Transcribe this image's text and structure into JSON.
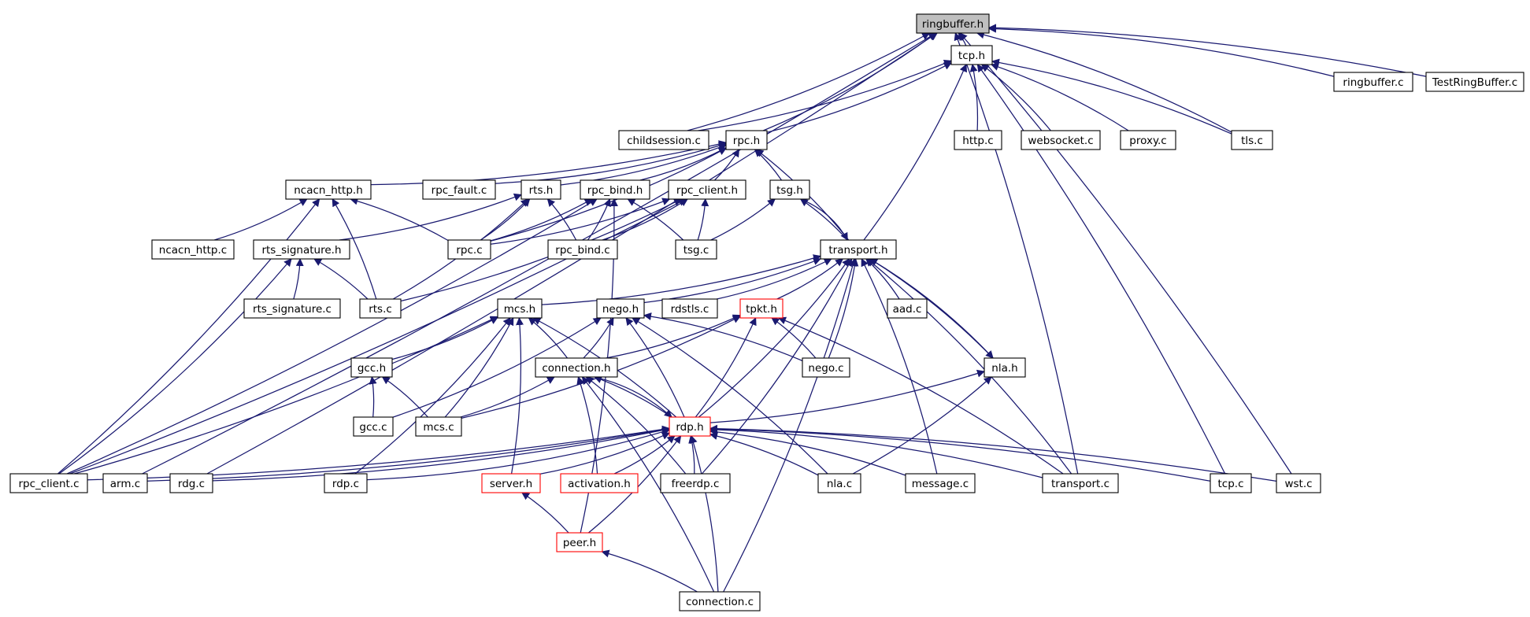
{
  "colors": {
    "edge": "#191970",
    "node_border": "#000000",
    "highlight_border": "#ff0000",
    "focus_fill": "#bfbfbf",
    "fill": "#ffffff"
  },
  "nodes": [
    {
      "id": "ringbuffer_h",
      "label": "ringbuffer.h",
      "style": "focus"
    },
    {
      "id": "tcp_h",
      "label": "tcp.h"
    },
    {
      "id": "ringbuffer_c",
      "label": "ringbuffer.c"
    },
    {
      "id": "testringbuffer_c",
      "label": "TestRingBuffer.c"
    },
    {
      "id": "childsession_c",
      "label": "childsession.c"
    },
    {
      "id": "rpc_h",
      "label": "rpc.h"
    },
    {
      "id": "http_c",
      "label": "http.c"
    },
    {
      "id": "websocket_c",
      "label": "websocket.c"
    },
    {
      "id": "proxy_c",
      "label": "proxy.c"
    },
    {
      "id": "tls_c",
      "label": "tls.c"
    },
    {
      "id": "ncacn_http_h",
      "label": "ncacn_http.h"
    },
    {
      "id": "rpc_fault_c",
      "label": "rpc_fault.c"
    },
    {
      "id": "rts_h",
      "label": "rts.h"
    },
    {
      "id": "rpc_bind_h",
      "label": "rpc_bind.h"
    },
    {
      "id": "rpc_client_h",
      "label": "rpc_client.h"
    },
    {
      "id": "tsg_h",
      "label": "tsg.h"
    },
    {
      "id": "ncacn_http_c",
      "label": "ncacn_http.c"
    },
    {
      "id": "rts_signature_h",
      "label": "rts_signature.h"
    },
    {
      "id": "rpc_c",
      "label": "rpc.c"
    },
    {
      "id": "rpc_bind_c",
      "label": "rpc_bind.c"
    },
    {
      "id": "tsg_c",
      "label": "tsg.c"
    },
    {
      "id": "transport_h",
      "label": "transport.h"
    },
    {
      "id": "rts_signature_c",
      "label": "rts_signature.c"
    },
    {
      "id": "rts_c",
      "label": "rts.c"
    },
    {
      "id": "mcs_h",
      "label": "mcs.h"
    },
    {
      "id": "nego_h",
      "label": "nego.h"
    },
    {
      "id": "rdstls_c",
      "label": "rdstls.c"
    },
    {
      "id": "tpkt_h",
      "label": "tpkt.h",
      "style": "highlight"
    },
    {
      "id": "aad_c",
      "label": "aad.c"
    },
    {
      "id": "gcc_h",
      "label": "gcc.h"
    },
    {
      "id": "connection_h",
      "label": "connection.h"
    },
    {
      "id": "nego_c",
      "label": "nego.c"
    },
    {
      "id": "nla_h",
      "label": "nla.h"
    },
    {
      "id": "gcc_c",
      "label": "gcc.c"
    },
    {
      "id": "mcs_c",
      "label": "mcs.c"
    },
    {
      "id": "rdp_h",
      "label": "rdp.h",
      "style": "highlight"
    },
    {
      "id": "rpc_client_c",
      "label": "rpc_client.c"
    },
    {
      "id": "arm_c",
      "label": "arm.c"
    },
    {
      "id": "rdg_c",
      "label": "rdg.c"
    },
    {
      "id": "rdp_c",
      "label": "rdp.c"
    },
    {
      "id": "server_h",
      "label": "server.h",
      "style": "highlight"
    },
    {
      "id": "activation_h",
      "label": "activation.h",
      "style": "highlight"
    },
    {
      "id": "freerdp_c",
      "label": "freerdp.c"
    },
    {
      "id": "nla_c",
      "label": "nla.c"
    },
    {
      "id": "message_c",
      "label": "message.c"
    },
    {
      "id": "transport_c",
      "label": "transport.c"
    },
    {
      "id": "tcp_c",
      "label": "tcp.c"
    },
    {
      "id": "wst_c",
      "label": "wst.c"
    },
    {
      "id": "peer_h",
      "label": "peer.h",
      "style": "highlight"
    },
    {
      "id": "connection_c",
      "label": "connection.c"
    }
  ],
  "edges": [
    [
      "tcp_h",
      "ringbuffer_h"
    ],
    [
      "ringbuffer_c",
      "ringbuffer_h"
    ],
    [
      "testringbuffer_c",
      "ringbuffer_h"
    ],
    [
      "childsession_c",
      "ringbuffer_h"
    ],
    [
      "rpc_h",
      "ringbuffer_h"
    ],
    [
      "tls_c",
      "ringbuffer_h"
    ],
    [
      "wst_c",
      "ringbuffer_h"
    ],
    [
      "transport_c",
      "ringbuffer_h"
    ],
    [
      "arm_c",
      "ringbuffer_h"
    ],
    [
      "rdg_c",
      "ringbuffer_h"
    ],
    [
      "childsession_c",
      "tcp_h"
    ],
    [
      "rpc_h",
      "tcp_h"
    ],
    [
      "http_c",
      "tcp_h"
    ],
    [
      "websocket_c",
      "tcp_h"
    ],
    [
      "proxy_c",
      "tcp_h"
    ],
    [
      "tls_c",
      "tcp_h"
    ],
    [
      "transport_h",
      "tcp_h"
    ],
    [
      "tcp_c",
      "tcp_h"
    ],
    [
      "ncacn_http_h",
      "rpc_h"
    ],
    [
      "rpc_fault_c",
      "rpc_h"
    ],
    [
      "rts_h",
      "rpc_h"
    ],
    [
      "rpc_bind_h",
      "rpc_h"
    ],
    [
      "rpc_client_h",
      "rpc_h"
    ],
    [
      "tsg_h",
      "rpc_h"
    ],
    [
      "rpc_c",
      "rpc_h"
    ],
    [
      "transport_h",
      "rpc_h"
    ],
    [
      "ncacn_http_c",
      "ncacn_http_h"
    ],
    [
      "rpc_c",
      "ncacn_http_h"
    ],
    [
      "rts_c",
      "ncacn_http_h"
    ],
    [
      "rpc_client_c",
      "ncacn_http_h"
    ],
    [
      "rts_signature_h",
      "rts_h"
    ],
    [
      "rpc_c",
      "rts_h"
    ],
    [
      "rpc_bind_c",
      "rts_h"
    ],
    [
      "rts_c",
      "rts_h"
    ],
    [
      "rpc_c",
      "rpc_bind_h"
    ],
    [
      "rpc_bind_c",
      "rpc_bind_h"
    ],
    [
      "tsg_c",
      "rpc_bind_h"
    ],
    [
      "rpc_client_c",
      "rpc_bind_h"
    ],
    [
      "rpc_c",
      "rpc_client_h"
    ],
    [
      "rpc_bind_c",
      "rpc_client_h"
    ],
    [
      "tsg_c",
      "rpc_client_h"
    ],
    [
      "rts_c",
      "rpc_client_h"
    ],
    [
      "rpc_client_c",
      "rpc_client_h"
    ],
    [
      "tsg_c",
      "tsg_h"
    ],
    [
      "transport_h",
      "tsg_h"
    ],
    [
      "tsg_h",
      "transport_h"
    ],
    [
      "rts_signature_c",
      "rts_signature_h"
    ],
    [
      "rts_c",
      "rts_signature_h"
    ],
    [
      "rpc_client_c",
      "rts_signature_h"
    ],
    [
      "mcs_h",
      "transport_h"
    ],
    [
      "nego_h",
      "transport_h"
    ],
    [
      "rdstls_c",
      "transport_h"
    ],
    [
      "tpkt_h",
      "transport_h"
    ],
    [
      "aad_c",
      "transport_h"
    ],
    [
      "nego_c",
      "transport_h"
    ],
    [
      "nla_h",
      "transport_h"
    ],
    [
      "rdp_h",
      "transport_h"
    ],
    [
      "freerdp_c",
      "transport_h"
    ],
    [
      "message_c",
      "transport_h"
    ],
    [
      "transport_c",
      "transport_h"
    ],
    [
      "connection_c",
      "transport_h"
    ],
    [
      "transport_h",
      "nla_h"
    ],
    [
      "gcc_h",
      "mcs_h"
    ],
    [
      "mcs_c",
      "mcs_h"
    ],
    [
      "connection_h",
      "mcs_h"
    ],
    [
      "rdp_h",
      "mcs_h"
    ],
    [
      "rdp_c",
      "mcs_h"
    ],
    [
      "server_h",
      "mcs_h"
    ],
    [
      "rpc_client_c",
      "mcs_h"
    ],
    [
      "connection_h",
      "nego_h"
    ],
    [
      "nego_c",
      "nego_h"
    ],
    [
      "rdp_h",
      "nego_h"
    ],
    [
      "nla_c",
      "nego_h"
    ],
    [
      "gcc_c",
      "nego_h"
    ],
    [
      "nego_c",
      "tpkt_h"
    ],
    [
      "rdp_h",
      "tpkt_h"
    ],
    [
      "transport_c",
      "tpkt_h"
    ],
    [
      "mcs_c",
      "tpkt_h"
    ],
    [
      "connection_h",
      "tpkt_h"
    ],
    [
      "gcc_c",
      "gcc_h"
    ],
    [
      "mcs_c",
      "gcc_h"
    ],
    [
      "rdp_h",
      "connection_h"
    ],
    [
      "connection_h",
      "rdp_h"
    ],
    [
      "activation_h",
      "connection_h"
    ],
    [
      "freerdp_c",
      "connection_h"
    ],
    [
      "mcs_c",
      "connection_h"
    ],
    [
      "connection_c",
      "connection_h"
    ],
    [
      "rdp_h",
      "nla_h"
    ],
    [
      "nla_c",
      "nla_h"
    ],
    [
      "rpc_client_c",
      "rdp_h"
    ],
    [
      "arm_c",
      "rdp_h"
    ],
    [
      "rdg_c",
      "rdp_h"
    ],
    [
      "rdp_c",
      "rdp_h"
    ],
    [
      "server_h",
      "rdp_h"
    ],
    [
      "activation_h",
      "rdp_h"
    ],
    [
      "freerdp_c",
      "rdp_h"
    ],
    [
      "nla_c",
      "rdp_h"
    ],
    [
      "message_c",
      "rdp_h"
    ],
    [
      "transport_c",
      "rdp_h"
    ],
    [
      "tcp_c",
      "rdp_h"
    ],
    [
      "wst_c",
      "rdp_h"
    ],
    [
      "peer_h",
      "rdp_h"
    ],
    [
      "connection_c",
      "rdp_h"
    ],
    [
      "peer_h",
      "server_h"
    ],
    [
      "connection_c",
      "peer_h"
    ],
    [
      "peer_h",
      "rpc_bind_h"
    ]
  ]
}
